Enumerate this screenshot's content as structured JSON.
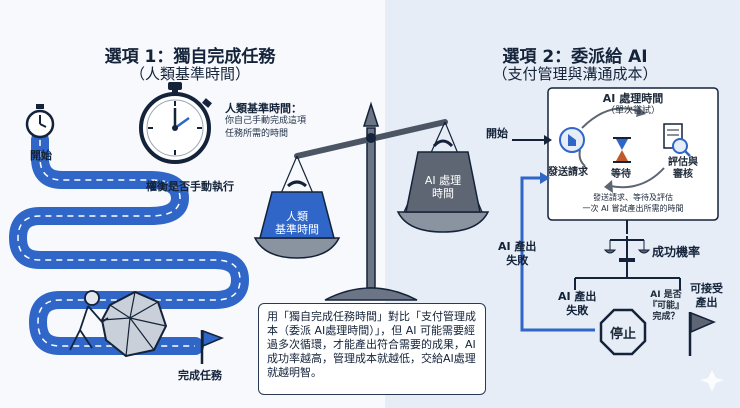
{
  "left": {
    "title": "選項 1：獨自完成任務",
    "subtitle": "（人類基準時間）",
    "start_label": "開始",
    "clock_title": "人類基準時間：",
    "clock_desc_1": "你自己手動完成這項",
    "clock_desc_2": "任務所需的時間",
    "weigh_label": "權衡是否手動執行",
    "finish_label": "完成任務"
  },
  "scale": {
    "left_weight_1": "人類",
    "left_weight_2": "基準時間",
    "right_weight_1": "AI 處理",
    "right_weight_2": "時間"
  },
  "bubble": {
    "text": "用「獨自完成任務時間」對比「支付管理成本（委派 AI處理時間）」，但 AI 可能需要經過多次循環，才能產出符合需要的成果，AI成功率越高，管理成本就越低，交給AI處理就越明智。"
  },
  "right": {
    "title": "選項 2：委派給 AI",
    "subtitle": "（支付管理與溝通成本）",
    "box_title": "AI 處理時間",
    "box_subtitle": "（單次嘗試）",
    "start_label": "開始",
    "send_label": "發送請求",
    "wait_label": "等待",
    "review_label_1": "評估與",
    "review_label_2": "審核",
    "box_note_1": "發送請求、等待及評估",
    "box_note_2": "一次 AI 嘗試產出所需的時間",
    "loop_label_1": "AI 產出",
    "loop_label_2": "失敗",
    "success_rate_label": "成功機率",
    "fail_label_1": "AI 產出",
    "fail_label_2": "失敗",
    "question_1": "AI 是否",
    "question_2": "『可能』",
    "question_3": "完成？",
    "stop_label": "停止",
    "accept_label_1": "可接受",
    "accept_label_2": "產出"
  },
  "colors": {
    "road": "#2f66c8",
    "navy": "#14233a",
    "weight_blue": "#2f66c8",
    "weight_gray": "#5e6673"
  }
}
